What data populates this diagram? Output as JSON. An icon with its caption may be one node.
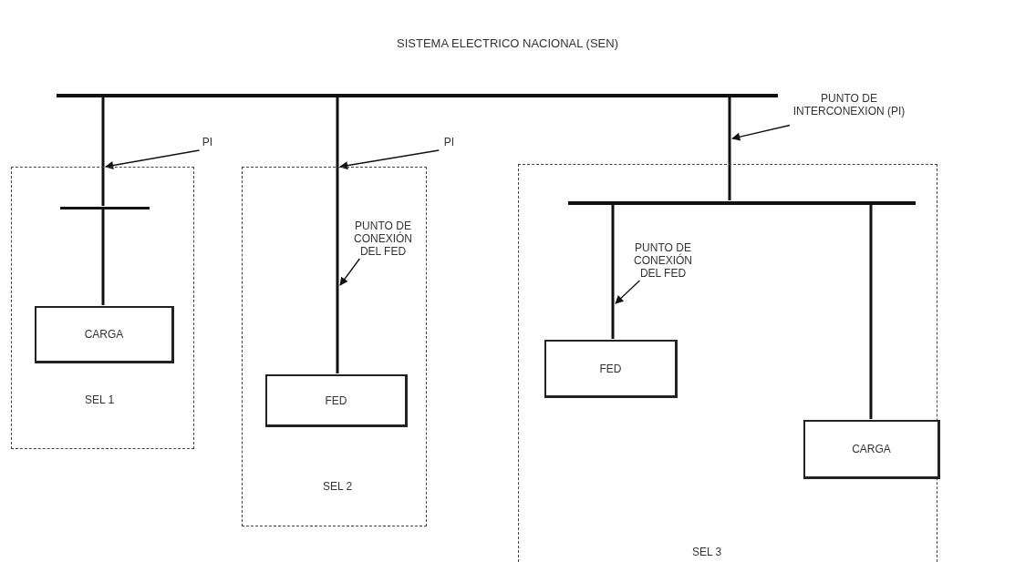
{
  "diagram": {
    "title": "SISTEMA ELECTRICO NACIONAL (SEN)",
    "nodes": [
      {
        "text": [
          "SEL 1"
        ]
      },
      {
        "text": [
          "CARGA"
        ],
        "in": 0
      },
      {
        "text": [
          "SEL 2"
        ]
      },
      {
        "text": [
          "FED"
        ],
        "in": 2
      },
      {
        "text": [
          "SEL 3"
        ]
      },
      {
        "text": [
          "FED"
        ],
        "in": 4
      },
      {
        "text": [
          "CARGA"
        ],
        "in": 4
      },
      {
        "text": [],
        "shape": "bar"
      },
      {
        "text": [],
        "shape": "bar",
        "in": 4
      },
      {
        "text": [],
        "shape": "bar",
        "in": 0
      },
      {
        "text": [
          "PI"
        ]
      },
      {
        "text": [
          "PI"
        ]
      },
      {
        "text": [
          "PUNTO DE INTERCONEXION (PI)"
        ]
      },
      {
        "text": [
          "PUNTO DE CONEXIÓN DEL FED"
        ],
        "in": 2
      },
      {
        "text": [
          "PUNTO DE CONEXIÓN DEL FED"
        ],
        "in": 4
      }
    ],
    "edges": [
      {
        "from": 7,
        "to": 9,
        "arrow": "none"
      },
      {
        "from": 9,
        "to": 1,
        "arrow": "none"
      },
      {
        "from": 7,
        "to": 3,
        "arrow": "none"
      },
      {
        "from": 7,
        "to": 8,
        "arrow": "none"
      },
      {
        "from": 8,
        "to": 5,
        "arrow": "none"
      },
      {
        "from": 8,
        "to": 6,
        "arrow": "none"
      },
      {
        "from": 10,
        "to": 0,
        "arrow": "to"
      },
      {
        "from": 11,
        "to": 2,
        "arrow": "to"
      },
      {
        "from": 12,
        "to": 4,
        "arrow": "to"
      },
      {
        "from": 13,
        "to": null,
        "arrow": "to"
      },
      {
        "from": 14,
        "to": null,
        "arrow": "to"
      }
    ]
  }
}
